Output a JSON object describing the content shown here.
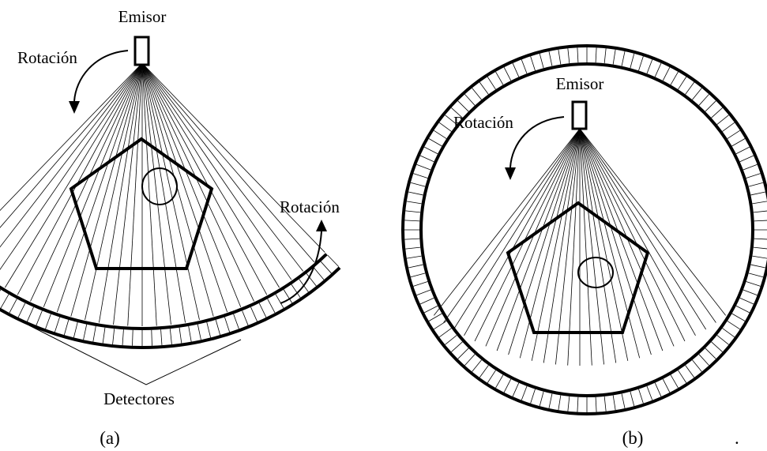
{
  "panel_a": {
    "emitter_label": "Emisor",
    "rotation_label_emitter": "Rotación",
    "rotation_label_detector": "Rotación",
    "detectors_label": "Detectores",
    "caption": "(a)"
  },
  "panel_b": {
    "emitter_label": "Emisor",
    "rotation_label": "Rotación",
    "caption": "(b)"
  },
  "trailing_mark": ".",
  "colors": {
    "stroke": "#000000",
    "background": "#ffffff"
  }
}
